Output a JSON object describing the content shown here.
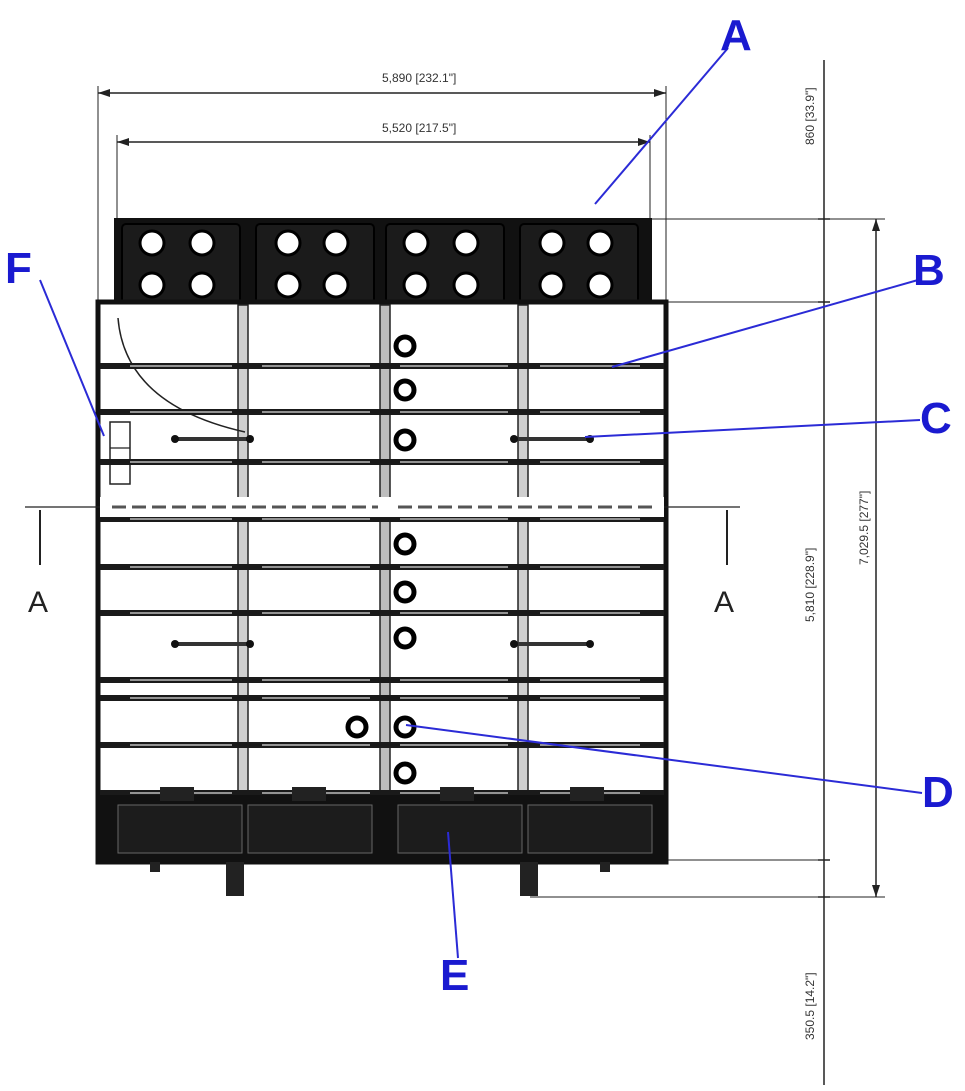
{
  "dimensions": {
    "overall_width": "5,890 [232.1\"]",
    "inner_width": "5,520 [217.5\"]",
    "top_height": "860 [33.9\"]",
    "frame_height": "5,810 [228.9\"]",
    "overall_height": "7,029.5 [277\"]",
    "bottom_height": "350.5 [14.2\"]"
  },
  "callouts": {
    "a": "A",
    "b": "B",
    "c": "C",
    "d": "D",
    "e": "E",
    "f": "F"
  },
  "section_marks": {
    "left": "A",
    "right": "A"
  },
  "colors": {
    "callout": "#1a1ad0",
    "pointer": "#2b2bd6",
    "outline": "#222222"
  }
}
